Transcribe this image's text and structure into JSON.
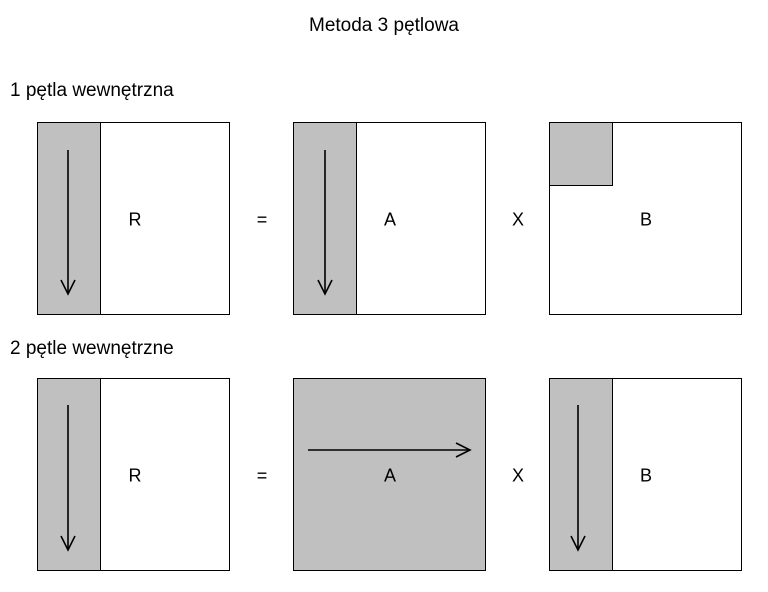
{
  "title": "Metoda 3 pętlowa",
  "rows": [
    {
      "label": "1 pętla wewnętrzna",
      "matrix_r": "R",
      "equals": "=",
      "matrix_a": "A",
      "times": "X",
      "matrix_b": "B"
    },
    {
      "label": "2 pętle wewnętrzne",
      "matrix_r": "R",
      "equals": "=",
      "matrix_a": "A",
      "times": "X",
      "matrix_b": "B"
    }
  ],
  "colors": {
    "shade": "#c0c0c0",
    "line": "#000000"
  }
}
